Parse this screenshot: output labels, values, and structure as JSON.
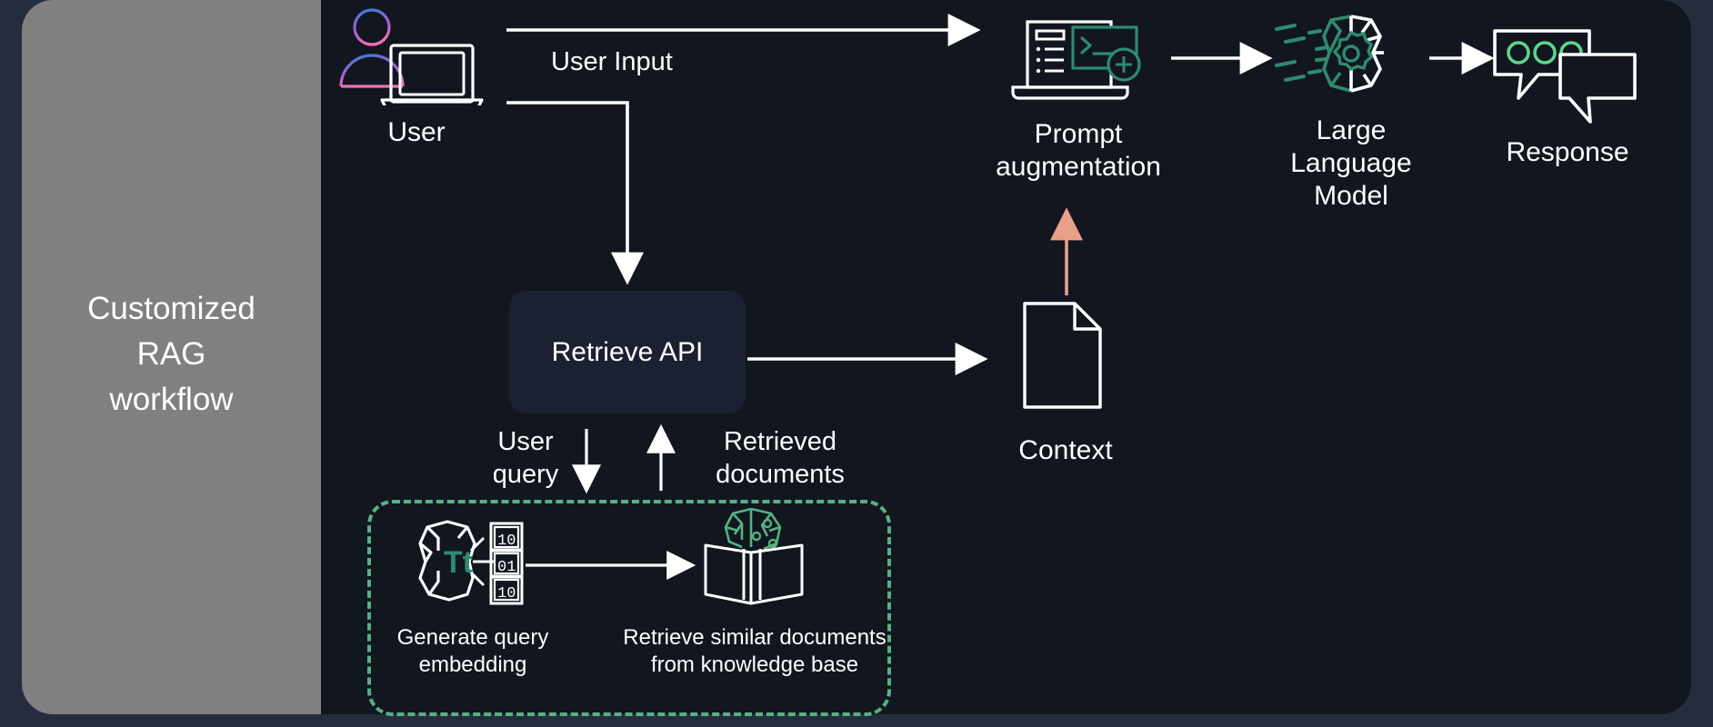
{
  "diagram": {
    "title_panel": {
      "text": "Customized\nRAG\nworkflow",
      "bg_color": "#808080"
    },
    "canvas_bg": "#12161f",
    "outer_bg": "#252d3d",
    "accent_green": "#2e8b6f",
    "accent_green_light": "#56b184",
    "accent_salmon": "#e8a08a",
    "nodes": [
      {
        "id": "user",
        "label": "User",
        "icon": "user-laptop-icon"
      },
      {
        "id": "prompt-augmentation",
        "label": "Prompt\naugmentation",
        "icon": "laptop-terminal-plus-icon"
      },
      {
        "id": "large-language-model",
        "label": "Large\nLanguage\nModel",
        "icon": "brain-gear-icon"
      },
      {
        "id": "response",
        "label": "Response",
        "icon": "speech-bubbles-icon"
      },
      {
        "id": "retrieve-api",
        "label": "Retrieve API",
        "icon": "none"
      },
      {
        "id": "context",
        "label": "Context",
        "icon": "document-lines-icon"
      },
      {
        "id": "generate-query-embedding",
        "label": "Generate query\nembedding",
        "icon": "brain-binary-icon"
      },
      {
        "id": "retrieve-similar-documents",
        "label": "Retrieve similar documents\nfrom knowledge base",
        "icon": "book-brain-icon"
      }
    ],
    "edges": [
      {
        "id": "user-input",
        "label": "User Input",
        "from": "user",
        "to": "prompt-augmentation",
        "color": "#ffffff"
      },
      {
        "id": "user-to-retrieve",
        "label": "",
        "from": "user",
        "to": "retrieve-api",
        "color": "#ffffff"
      },
      {
        "id": "prompt-to-llm",
        "label": "",
        "from": "prompt-augmentation",
        "to": "large-language-model",
        "color": "#ffffff"
      },
      {
        "id": "llm-to-response",
        "label": "",
        "from": "large-language-model",
        "to": "response",
        "color": "#ffffff"
      },
      {
        "id": "retrieve-to-context",
        "label": "",
        "from": "retrieve-api",
        "to": "context",
        "color": "#ffffff"
      },
      {
        "id": "context-to-prompt",
        "label": "",
        "from": "context",
        "to": "prompt-augmentation",
        "color": "#e8a08a"
      },
      {
        "id": "user-query",
        "label": "User\nquery",
        "from": "retrieve-api",
        "to": "generate-query-embedding",
        "color": "#ffffff"
      },
      {
        "id": "retrieved-documents",
        "label": "Retrieved\ndocuments",
        "from": "retrieve-similar-documents",
        "to": "retrieve-api",
        "color": "#ffffff"
      },
      {
        "id": "embedding-to-kb",
        "label": "",
        "from": "generate-query-embedding",
        "to": "retrieve-similar-documents",
        "color": "#ffffff"
      }
    ],
    "binary_boxes": [
      "10",
      "01",
      "10"
    ],
    "embedding_glyph": "Tt",
    "dashed_group": {
      "id": "knowledge-base-group",
      "border_color": "#56b184",
      "style": "dashed"
    }
  }
}
